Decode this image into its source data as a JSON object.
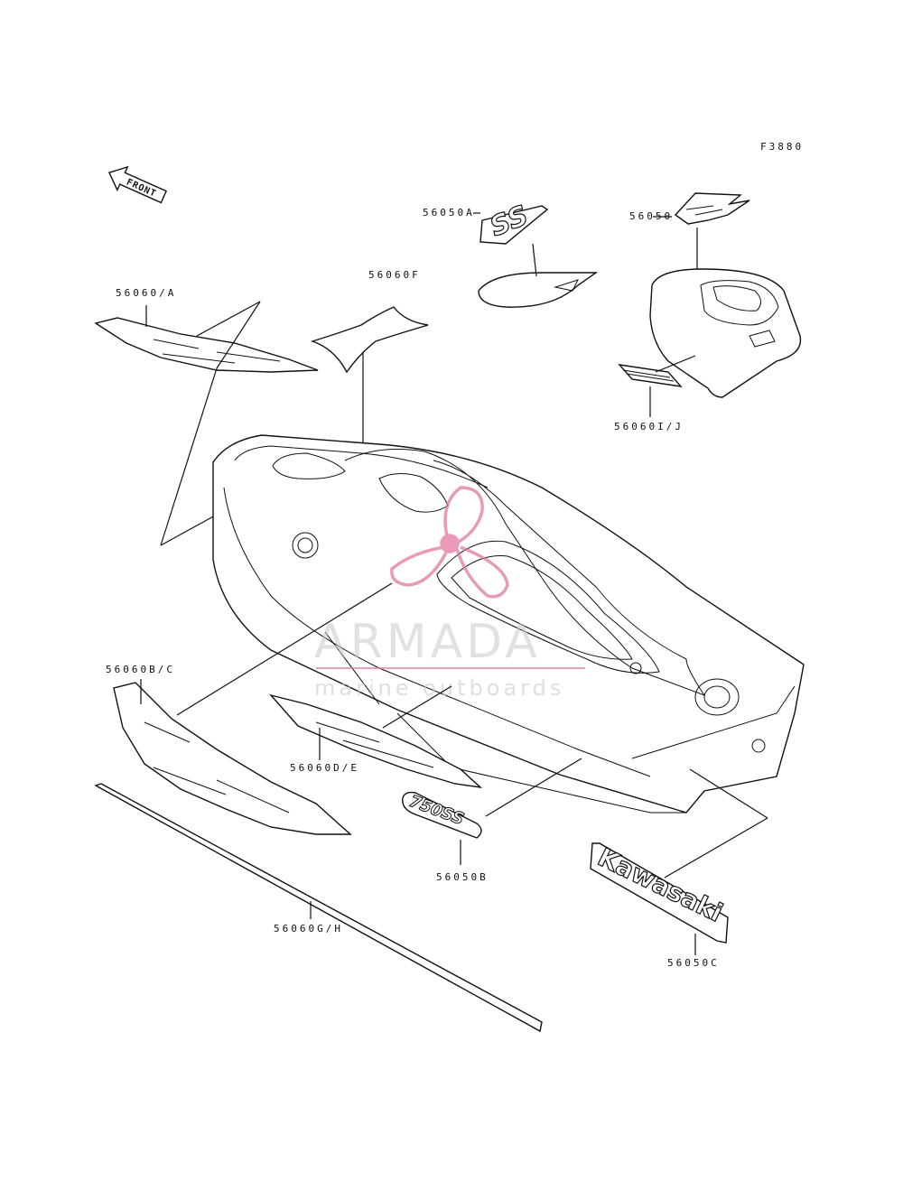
{
  "figure_code": "F3880",
  "front_arrow_label": "FRONT",
  "watermark": {
    "title": "ARMADA",
    "subtitle": "marine outboards",
    "accent_color": "#e07aa0",
    "text_color": "#c9c9c9"
  },
  "decals": {
    "ss_emblem_text": "SS",
    "model_emblem_text": "750SS",
    "brand_emblem_text": "Kawasaki"
  },
  "labels": {
    "p56050A": "56050A",
    "p56050": "56050",
    "p56060F": "56060F",
    "p56060A": "56060/A",
    "p56060IJ": "56060I/J",
    "p56060BC": "56060B/C",
    "p56060DE": "56060D/E",
    "p56050B": "56050B",
    "p56050C": "56050C",
    "p56060GH": "56060G/H"
  }
}
